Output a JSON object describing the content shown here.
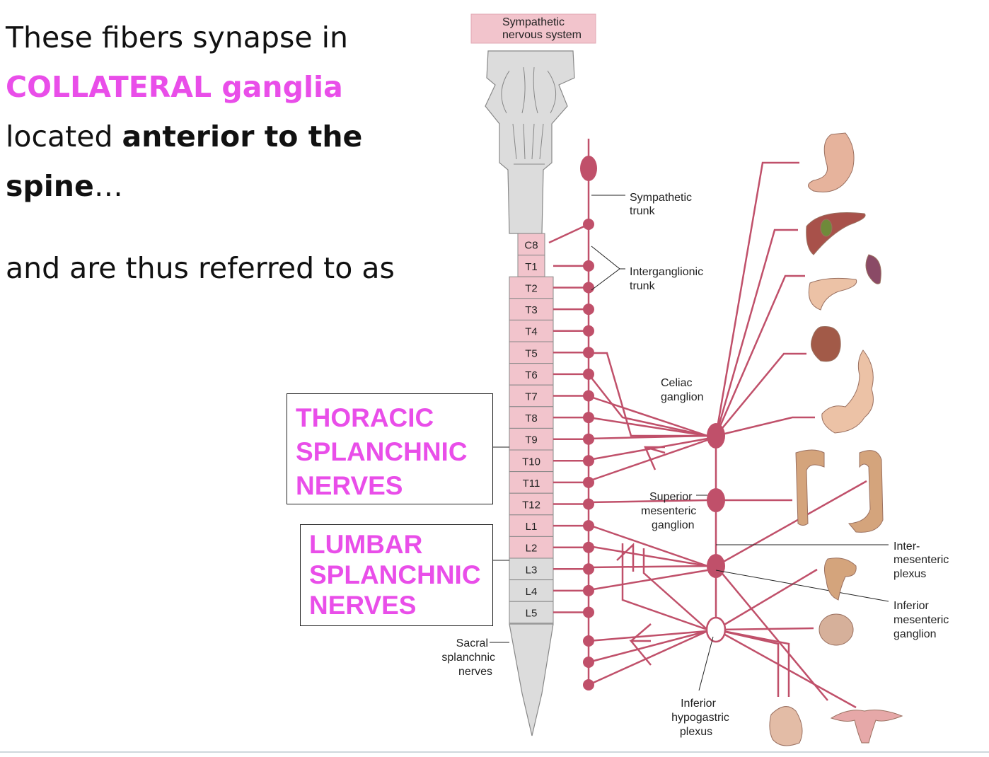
{
  "slide": {
    "line1": "These fibers synapse in",
    "line2": "COLLATERAL ganglia",
    "line3_plain": "located ",
    "line3_bold": "anterior to the",
    "line4_bold": "spine",
    "line4_tail": "…",
    "line5": "and are thus referred to as"
  },
  "callouts": {
    "thoracic": [
      "THORACIC",
      "SPLANCHNIC",
      "NERVES"
    ],
    "lumbar": [
      "LUMBAR",
      "SPLANCHNIC",
      "NERVES"
    ]
  },
  "diagram": {
    "header": [
      "Sympathetic",
      "nervous system"
    ],
    "segments": [
      "C8",
      "T1",
      "T2",
      "T3",
      "T4",
      "T5",
      "T6",
      "T7",
      "T8",
      "T9",
      "T10",
      "T11",
      "T12",
      "L1",
      "L2",
      "L3",
      "L4",
      "L5"
    ],
    "labels": {
      "sympathetic_trunk": [
        "Sympathetic",
        "trunk"
      ],
      "interganglionic_trunk": [
        "Interganglionic",
        "trunk"
      ],
      "celiac_ganglion": [
        "Celiac",
        "ganglion"
      ],
      "superior_mesenteric_ganglion": [
        "Superior",
        "mesenteric",
        "ganglion"
      ],
      "intermesenteric_plexus": [
        "Inter-",
        "mesenteric",
        "plexus"
      ],
      "inferior_mesenteric_ganglion": [
        "Inferior",
        "mesenteric",
        "ganglion"
      ],
      "inferior_hypogastric_plexus": [
        "Inferior",
        "hypogastric",
        "plexus"
      ],
      "sacral_splanchnic_nerves": [
        "Sacral",
        "splanchnic",
        "nerves"
      ]
    },
    "colors": {
      "nerve": "#c0506a",
      "segment_fill": "#f2c4cc",
      "cord_fill": "#dcdcdc",
      "header_fill": "#f2c4cc",
      "callout_text": "#e94ee9"
    }
  }
}
